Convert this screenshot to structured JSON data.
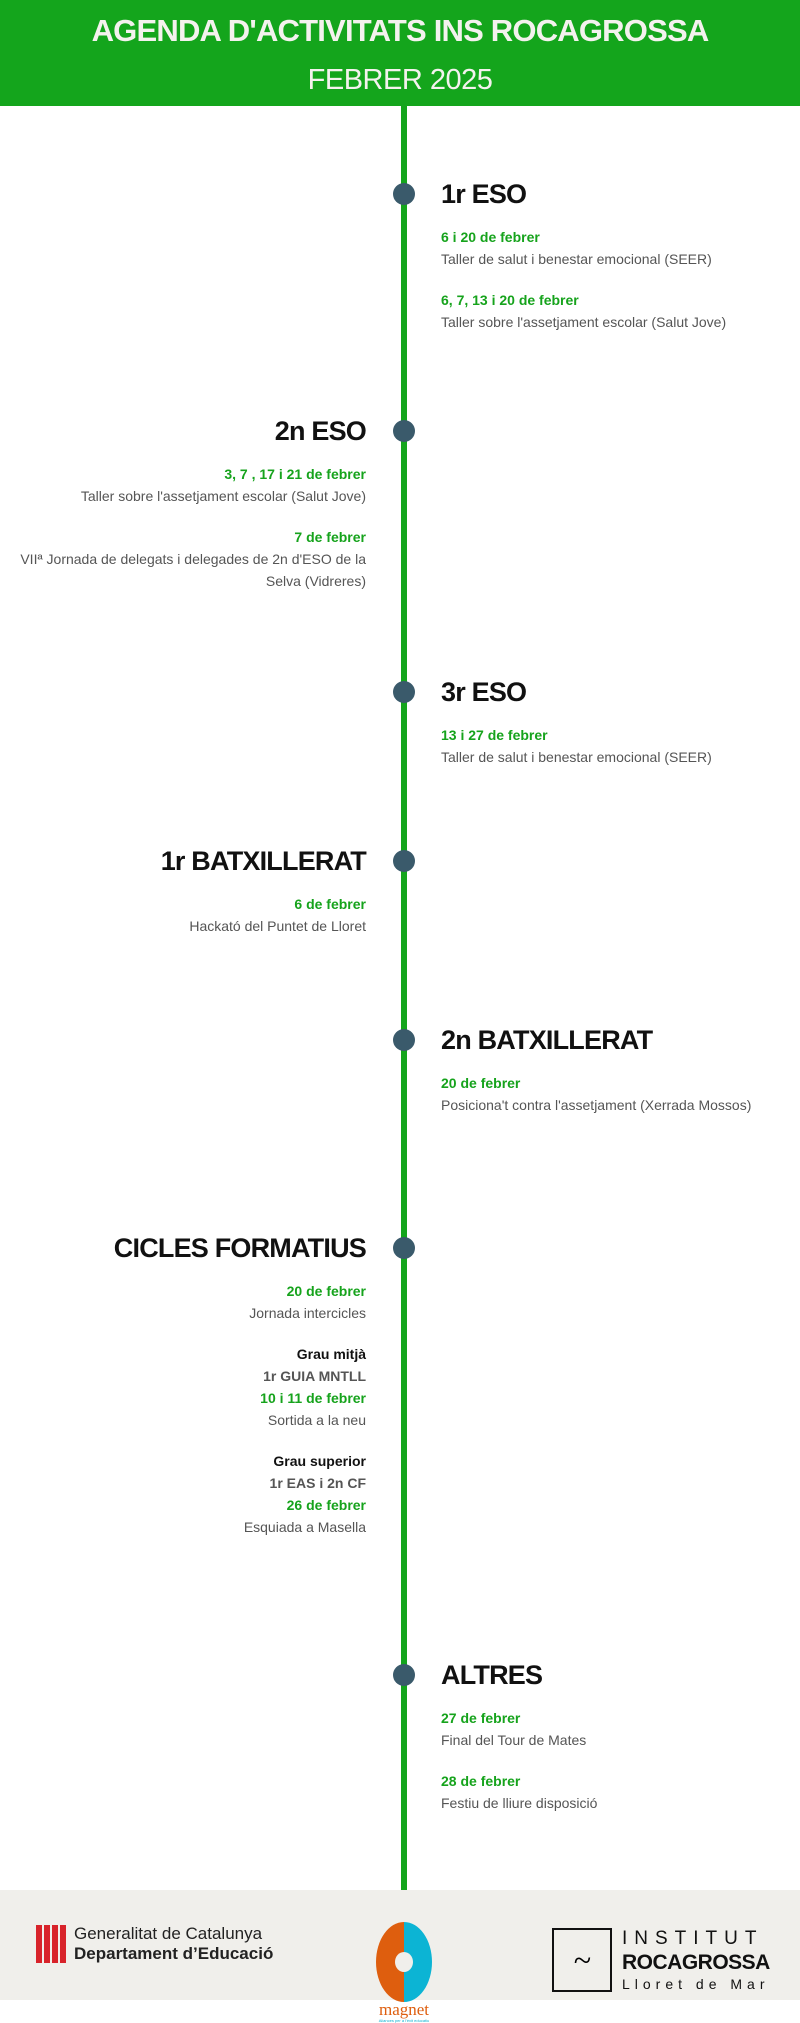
{
  "header": {
    "title": "AGENDA D'ACTIVITATS INS ROCAGROSSA",
    "subtitle": "FEBRER 2025"
  },
  "sections": [
    {
      "heading": "1r ESO",
      "items": [
        [
          {
            "t": "date",
            "v": "6 i 20 de febrer"
          },
          {
            "t": "desc",
            "v": "Taller de salut i benestar emocional (SEER)"
          }
        ],
        [
          {
            "t": "date",
            "v": "6, 7, 13 i 20 de febrer"
          },
          {
            "t": "desc",
            "v": "Taller sobre l'assetjament escolar  (Salut Jove)"
          }
        ]
      ]
    },
    {
      "heading": "2n ESO",
      "items": [
        [
          {
            "t": "date",
            "v": "3, 7 , 17 i 21 de febrer"
          },
          {
            "t": "desc",
            "v": "Taller sobre l'assetjament escolar (Salut Jove)"
          }
        ],
        [
          {
            "t": "date",
            "v": "7 de febrer"
          },
          {
            "t": "desc",
            "v": "VIIª Jornada de delegats i delegades de 2n d'ESO de la Selva (Vidreres)"
          }
        ]
      ]
    },
    {
      "heading": "3r ESO",
      "items": [
        [
          {
            "t": "date",
            "v": "13 i 27 de febrer"
          },
          {
            "t": "desc",
            "v": "Taller de salut i benestar emocional (SEER)"
          }
        ]
      ]
    },
    {
      "heading": "1r BATXILLERAT",
      "items": [
        [
          {
            "t": "date",
            "v": "6 de febrer"
          },
          {
            "t": "desc",
            "v": "Hackató del Puntet de Lloret"
          }
        ]
      ]
    },
    {
      "heading": "2n BATXILLERAT",
      "items": [
        [
          {
            "t": "date",
            "v": "20 de febrer"
          },
          {
            "t": "desc",
            "v": "Posiciona't contra l'assetjament (Xerrada Mossos)"
          }
        ]
      ]
    },
    {
      "heading": "CICLES FORMATIUS",
      "items": [
        [
          {
            "t": "date",
            "v": "20 de febrer"
          },
          {
            "t": "desc",
            "v": "Jornada intercicles"
          }
        ],
        [
          {
            "t": "label",
            "v": "Grau mitjà"
          },
          {
            "t": "sub",
            "v": "1r GUIA MNTLL"
          },
          {
            "t": "date",
            "v": "10 i 11 de febrer"
          },
          {
            "t": "desc",
            "v": "Sortida a la neu"
          }
        ],
        [
          {
            "t": "label",
            "v": "Grau superior"
          },
          {
            "t": "sub",
            "v": "1r EAS i 2n CF"
          },
          {
            "t": "date",
            "v": "26 de febrer"
          },
          {
            "t": "desc",
            "v": "Esquiada a Masella"
          }
        ]
      ]
    },
    {
      "heading": "ALTRES",
      "items": [
        [
          {
            "t": "date",
            "v": "27 de febrer"
          },
          {
            "t": "desc",
            "v": "Final del Tour de Mates"
          }
        ],
        [
          {
            "t": "date",
            "v": "28 de febrer"
          },
          {
            "t": "desc",
            "v": "Festiu de lliure disposició"
          }
        ]
      ]
    }
  ],
  "footer": {
    "generalitat_line1": "Generalitat de Catalunya",
    "generalitat_line2": "Departament d’Educació",
    "magnet_name": "magnet",
    "magnet_tagline": "Aliances per a l'èxit educatiu",
    "institut_line1": "INSTITUT",
    "institut_line2": "ROCAGROSSA",
    "institut_line3": "Lloret de Mar"
  },
  "colors": {
    "accent": "#14a51c",
    "dot": "#3a5a6b",
    "footer_bg": "#f0efeb"
  }
}
